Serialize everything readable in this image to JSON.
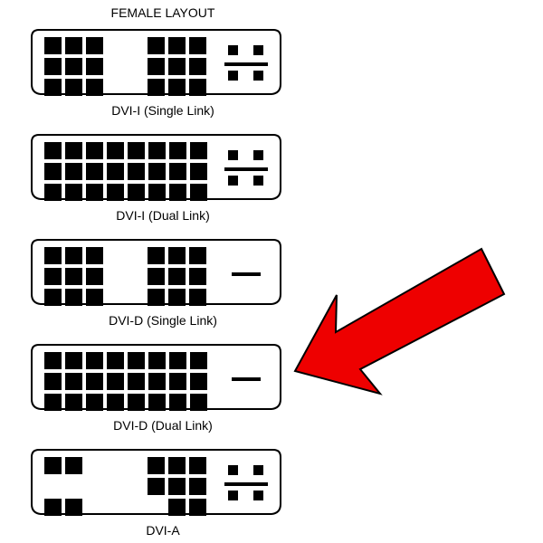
{
  "title": "FEMALE LAYOUT",
  "connectors": [
    {
      "name": "dvi-i-single-link",
      "label": "DVI-I (Single Link)",
      "left_grid": [
        [
          1,
          1,
          1
        ],
        [
          1,
          1,
          1
        ],
        [
          1,
          1,
          1
        ]
      ],
      "right_grid": [
        [
          1,
          1,
          1
        ],
        [
          1,
          1,
          1
        ],
        [
          1,
          1,
          1
        ]
      ],
      "analog": "cross"
    },
    {
      "name": "dvi-i-dual-link",
      "label": "DVI-I (Dual Link)",
      "full_grid": [
        [
          1,
          1,
          1,
          1,
          1,
          1,
          1,
          1
        ],
        [
          1,
          1,
          1,
          1,
          1,
          1,
          1,
          1
        ],
        [
          1,
          1,
          1,
          1,
          1,
          1,
          1,
          1
        ]
      ],
      "analog": "cross"
    },
    {
      "name": "dvi-d-single-link",
      "label": "DVI-D (Single Link)",
      "left_grid": [
        [
          1,
          1,
          1
        ],
        [
          1,
          1,
          1
        ],
        [
          1,
          1,
          1
        ]
      ],
      "right_grid": [
        [
          1,
          1,
          1
        ],
        [
          1,
          1,
          1
        ],
        [
          1,
          1,
          1
        ]
      ],
      "analog": "bar"
    },
    {
      "name": "dvi-d-dual-link",
      "label": "DVI-D (Dual Link)",
      "full_grid": [
        [
          1,
          1,
          1,
          1,
          1,
          1,
          1,
          1
        ],
        [
          1,
          1,
          1,
          1,
          1,
          1,
          1,
          1
        ],
        [
          1,
          1,
          1,
          1,
          1,
          1,
          1,
          1
        ]
      ],
      "analog": "bar"
    },
    {
      "name": "dvi-a",
      "label": "DVI-A",
      "left_grid": [
        [
          1,
          1,
          0
        ],
        [
          0,
          0,
          0
        ],
        [
          1,
          1,
          0
        ]
      ],
      "right_grid": [
        [
          1,
          1,
          1
        ],
        [
          1,
          1,
          1
        ],
        [
          0,
          1,
          1
        ]
      ],
      "analog": "cross"
    }
  ],
  "colors": {
    "outline": "#000000",
    "pin": "#000000",
    "connector_fill": "#ffffff",
    "arrow_fill": "#ee0000",
    "arrow_stroke": "#000000"
  },
  "arrow": {
    "points_to": "DVI-D (Dual Link)"
  }
}
